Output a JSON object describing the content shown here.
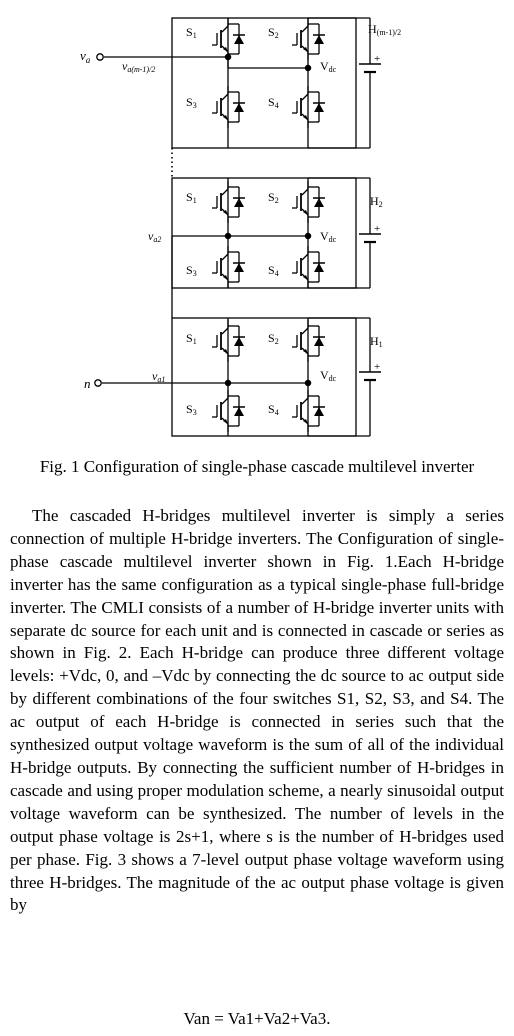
{
  "figure": {
    "labels": {
      "va": "v",
      "va_sub": "a",
      "va_top": "v",
      "va_top_sub": "a(m-1)/2",
      "va2": "v",
      "va2_sub": "a2",
      "va1": "v",
      "va1_sub": "a1",
      "n": "n",
      "vdc": "V",
      "vdc_sub": "dc",
      "plus": "+",
      "s1": "S",
      "s1_sub": "1",
      "s2": "S",
      "s2_sub": "2",
      "s3": "S",
      "s3_sub": "3",
      "s4": "S",
      "s4_sub": "4",
      "h_top": "H",
      "h_top_sub": "(m-1)/2",
      "h2": "H",
      "h2_sub": "2",
      "h1": "H",
      "h1_sub": "1"
    },
    "caption": "Fig. 1  Configuration of single-phase cascade multilevel inverter"
  },
  "body": {
    "paragraph": "The cascaded H-bridges multilevel inverter is simply a series connection of multiple H-bridge inverters. The Configuration of single-phase cascade multilevel inverter shown in Fig. 1.Each H-bridge inverter has the same configuration as a typical single-phase full-bridge inverter. The CMLI consists of a number of H-bridge inverter units with separate dc source for each unit and is connected in cascade or series as shown in Fig. 2. Each H-bridge can produce three different voltage levels: +Vdc, 0, and –Vdc by connecting the dc source to ac output side by different combinations of the four switches S1, S2, S3, and S4. The ac output of each H-bridge is connected in series such that the synthesized output voltage waveform is the sum of all of the individual H-bridge outputs. By connecting the sufficient number of H-bridges in cascade and using proper modulation scheme, a nearly sinusoidal output voltage waveform can be synthesized. The number of levels in the output phase voltage is 2s+1, where s is the number of H-bridges used per phase. Fig. 3 shows a 7-level output phase voltage waveform using three H-bridges. The magnitude of the ac output phase voltage is given by",
    "equation": "Van = Va1+Va2+Va3."
  }
}
